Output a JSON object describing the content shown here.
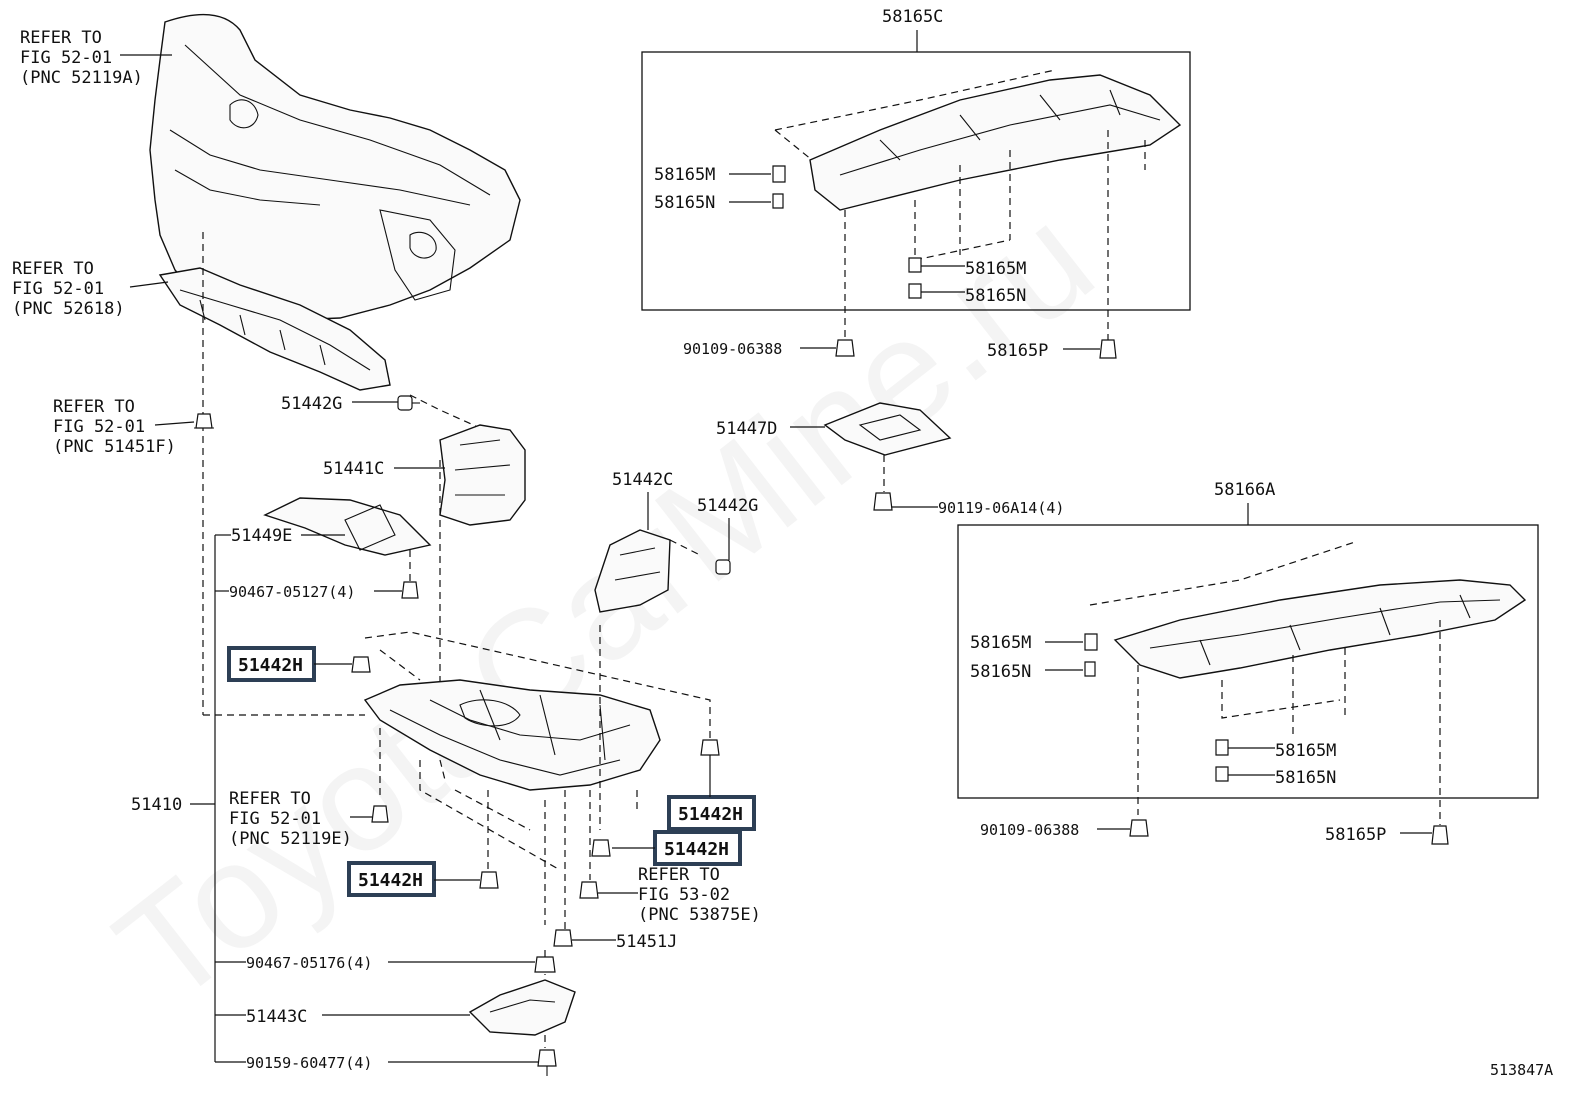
{
  "watermark": "ToyotaCarMine.ru",
  "figure_id": "513847A",
  "labels": {
    "refer_bumper": [
      "REFER TO",
      "FIG 52-01",
      "(PNC 52119A)"
    ],
    "refer_52618": [
      "REFER TO",
      "FIG 52-01",
      "(PNC 52618)"
    ],
    "refer_51451f": [
      "REFER TO",
      "FIG 52-01",
      "(PNC 51451F)"
    ],
    "refer_52119e": [
      "REFER TO",
      "FIG 52-01",
      "(PNC 52119E)"
    ],
    "refer_53875e": [
      "REFER TO",
      "FIG 53-02",
      "(PNC 53875E)"
    ],
    "p51442g_a": "51442G",
    "p51441c": "51441C",
    "p51449e": "51449E",
    "p90467_05127": "90467-05127(4)",
    "p51442h_1": "51442H",
    "p51410": "51410",
    "p51442h_2": "51442H",
    "p51442h_3": "51442H",
    "p51442h_4": "51442H",
    "p51451j": "51451J",
    "p90467_05176": "90467-05176(4)",
    "p51443c": "51443C",
    "p90159_60477": "90159-60477(4)",
    "p51442c": "51442C",
    "p51442g_b": "51442G",
    "p51447d": "51447D",
    "p90119_06a14": "90119-06A14(4)",
    "p58165c": "58165C",
    "p58165m_a": "58165M",
    "p58165n_a": "58165N",
    "p58165m_b": "58165M",
    "p58165n_b": "58165N",
    "p90109_a": "90109-06388",
    "p58165p_a": "58165P",
    "p58166a": "58166A",
    "p58165m_c": "58165M",
    "p58165n_c": "58165N",
    "p58165m_d": "58165M",
    "p58165n_d": "58165N",
    "p90109_b": "90109-06388",
    "p58165p_b": "58165P"
  }
}
